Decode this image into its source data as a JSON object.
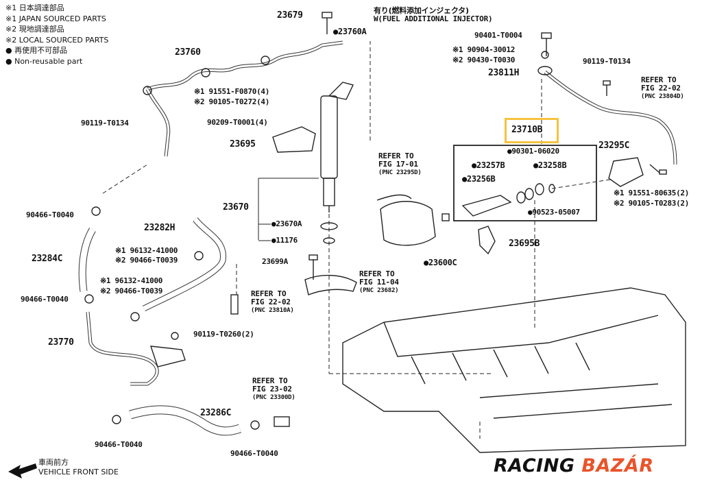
{
  "legend": {
    "line1": "※1 日本調達部品",
    "line2": "※1 JAPAN SOURCED PARTS",
    "line3": "※2 現地調達部品",
    "line4": "※2 LOCAL SOURCED PARTS",
    "line5": "● 再使用不可部品",
    "line6": "● Non-reusable part"
  },
  "injector_note": {
    "jp": "有り(燃料添加インジェクタ)",
    "en": "W(FUEL ADDITIONAL INJECTOR)"
  },
  "parts": {
    "p23679": "23679",
    "p23760A": "●23760A",
    "p23760": "23760",
    "p91551_f0870": "※1 91551-F0870(4)",
    "p90105_t0272": "※2 90105-T0272(4)",
    "p90209": "90209-T0001(4)",
    "p90119_t0134_left": "90119-T0134",
    "p23695": "23695",
    "p90466_t0040_a": "90466-T0040",
    "p23282H": "23282H",
    "p196132_a": "※1 96132-41000",
    "p290466_a": "※2 90466-T0039",
    "p23284C": "23284C",
    "p196132_b": "※1 96132-41000",
    "p290466_b": "※2 90466-T0039",
    "p90466_t0040_b": "90466-T0040",
    "p23670": "23670",
    "p23670A": "●23670A",
    "p11176": "●11176",
    "p23699A": "23699A",
    "p23770": "23770",
    "p90119_t0260": "90119-T0260(2)",
    "p23286C": "23286C",
    "p90466_t0040_c": "90466-T0040",
    "p90466_t0040_d": "90466-T0040",
    "p90401": "90401-T0004",
    "p90904": "※1 90904-30012",
    "p90430": "※2 90430-T0030",
    "p23811H": "23811H",
    "p90119_t0134_right": "90119-T0134",
    "p23710B": "23710B",
    "p90301": "●90301-06020",
    "p23257B": "●23257B",
    "p23258B": "●23258B",
    "p23256B": "●23256B",
    "p90523": "●90523-05007",
    "p23295C": "23295C",
    "p91551_80635": "※1 91551-80635(2)",
    "p90105_t0283": "※2 90105-T0283(2)",
    "p23695B": "23695B",
    "p23600C": "●23600C"
  },
  "refs": {
    "fig17": {
      "l1": "REFER TO",
      "l2": "FIG 17-01",
      "l3": "(PNC 23295D)"
    },
    "fig11": {
      "l1": "REFER TO",
      "l2": "FIG 11-04",
      "l3": "(PNC 23682)"
    },
    "fig22a": {
      "l1": "REFER TO",
      "l2": "FIG 22-02",
      "l3": "(PNC 23810A)"
    },
    "fig23": {
      "l1": "REFER TO",
      "l2": "FIG 23-02",
      "l3": "(PNC 23300D)"
    },
    "fig22b": {
      "l1": "REFER TO",
      "l2": "FIG 22-02",
      "l3": "(PNC 23804D)"
    }
  },
  "front": {
    "jp": "車両前方",
    "en": "VEHICLE FRONT SIDE"
  },
  "brand": {
    "part1": "RACING ",
    "part2": "BAZÁR"
  },
  "colors": {
    "highlight": "#f6c23e",
    "brand_accent": "#e8542a"
  }
}
